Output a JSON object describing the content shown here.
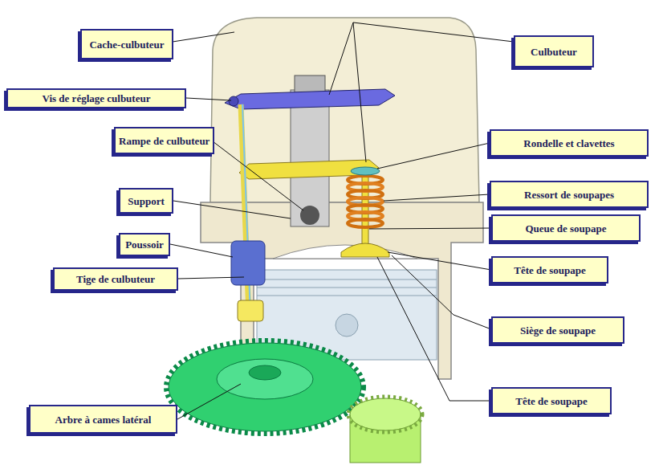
{
  "diagram": {
    "nodes": [
      {
        "text": [
          "Cache-culbuteur"
        ]
      },
      {
        "text": [
          "Culbuteur"
        ]
      },
      {
        "text": [
          "Vis de réglage culbuteur"
        ]
      },
      {
        "text": [
          "Rampe de culbuteur"
        ]
      },
      {
        "text": [
          "Rondelle et clavettes"
        ]
      },
      {
        "text": [
          "Ressort de soupapes"
        ]
      },
      {
        "text": [
          "Support"
        ]
      },
      {
        "text": [
          "Queue de soupape"
        ]
      },
      {
        "text": [
          "Poussoir"
        ]
      },
      {
        "text": [
          "Tête de soupape"
        ]
      },
      {
        "text": [
          "Tige de culbuteur"
        ]
      },
      {
        "text": [
          "Siège de soupape"
        ]
      },
      {
        "text": [
          "Tête de soupape"
        ]
      },
      {
        "text": [
          "Arbre à cames latéral"
        ]
      }
    ]
  }
}
